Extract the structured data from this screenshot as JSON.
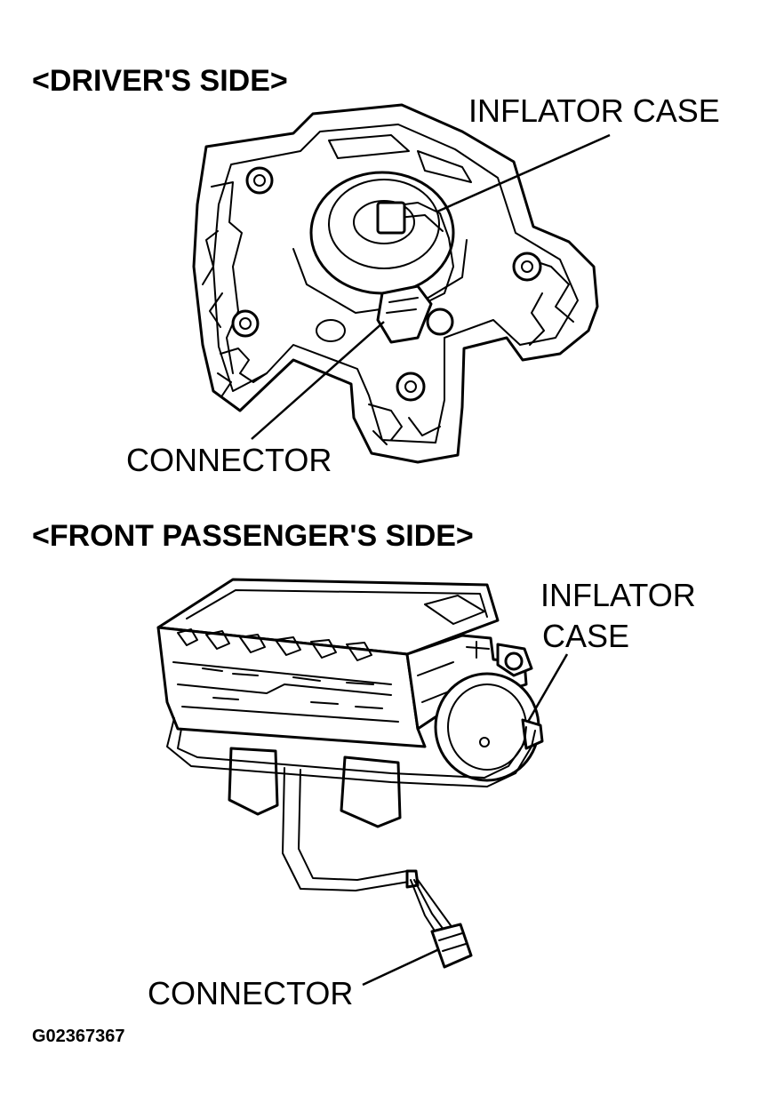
{
  "driver": {
    "heading": "<DRIVER'S SIDE>",
    "inflator_label": "INFLATOR CASE",
    "connector_label": "CONNECTOR"
  },
  "passenger": {
    "heading": "<FRONT PASSENGER'S SIDE>",
    "inflator_label_line1": "INFLATOR",
    "inflator_label_line2": "CASE",
    "connector_label": "CONNECTOR"
  },
  "figure_code": "G02367367"
}
